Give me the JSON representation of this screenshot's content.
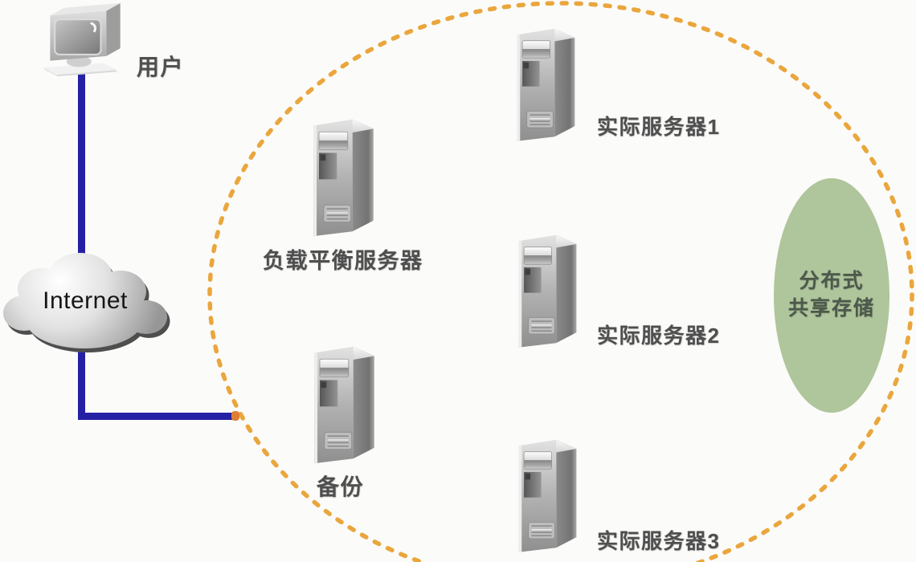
{
  "diagram": {
    "description_note": "",
    "nodes": {
      "user": {
        "label": "用户",
        "icon": "crt-monitor-icon"
      },
      "internet": {
        "label": "Internet",
        "icon": "cloud-icon"
      },
      "load_balancer": {
        "label": "负载平衡服务器",
        "icon": "server-tower-icon"
      },
      "backup": {
        "label": "备份",
        "icon": "server-tower-icon"
      },
      "real_servers": [
        {
          "label": "实际服务器1",
          "icon": "server-tower-icon"
        },
        {
          "label": "实际服务器2",
          "icon": "server-tower-icon"
        },
        {
          "label": "实际服务器3",
          "icon": "server-tower-icon"
        }
      ],
      "storage": {
        "label_line1": "分布式",
        "label_line2": "共享存储"
      }
    },
    "colors": {
      "connector_line": "#2521a5",
      "cluster_dash": "#eaa63d",
      "storage_fill": "#afc59b",
      "storage_text": "#4d594b",
      "label_text": "#4f4f4f",
      "internet_text": "#161616",
      "background": "#fbfbf9"
    }
  }
}
